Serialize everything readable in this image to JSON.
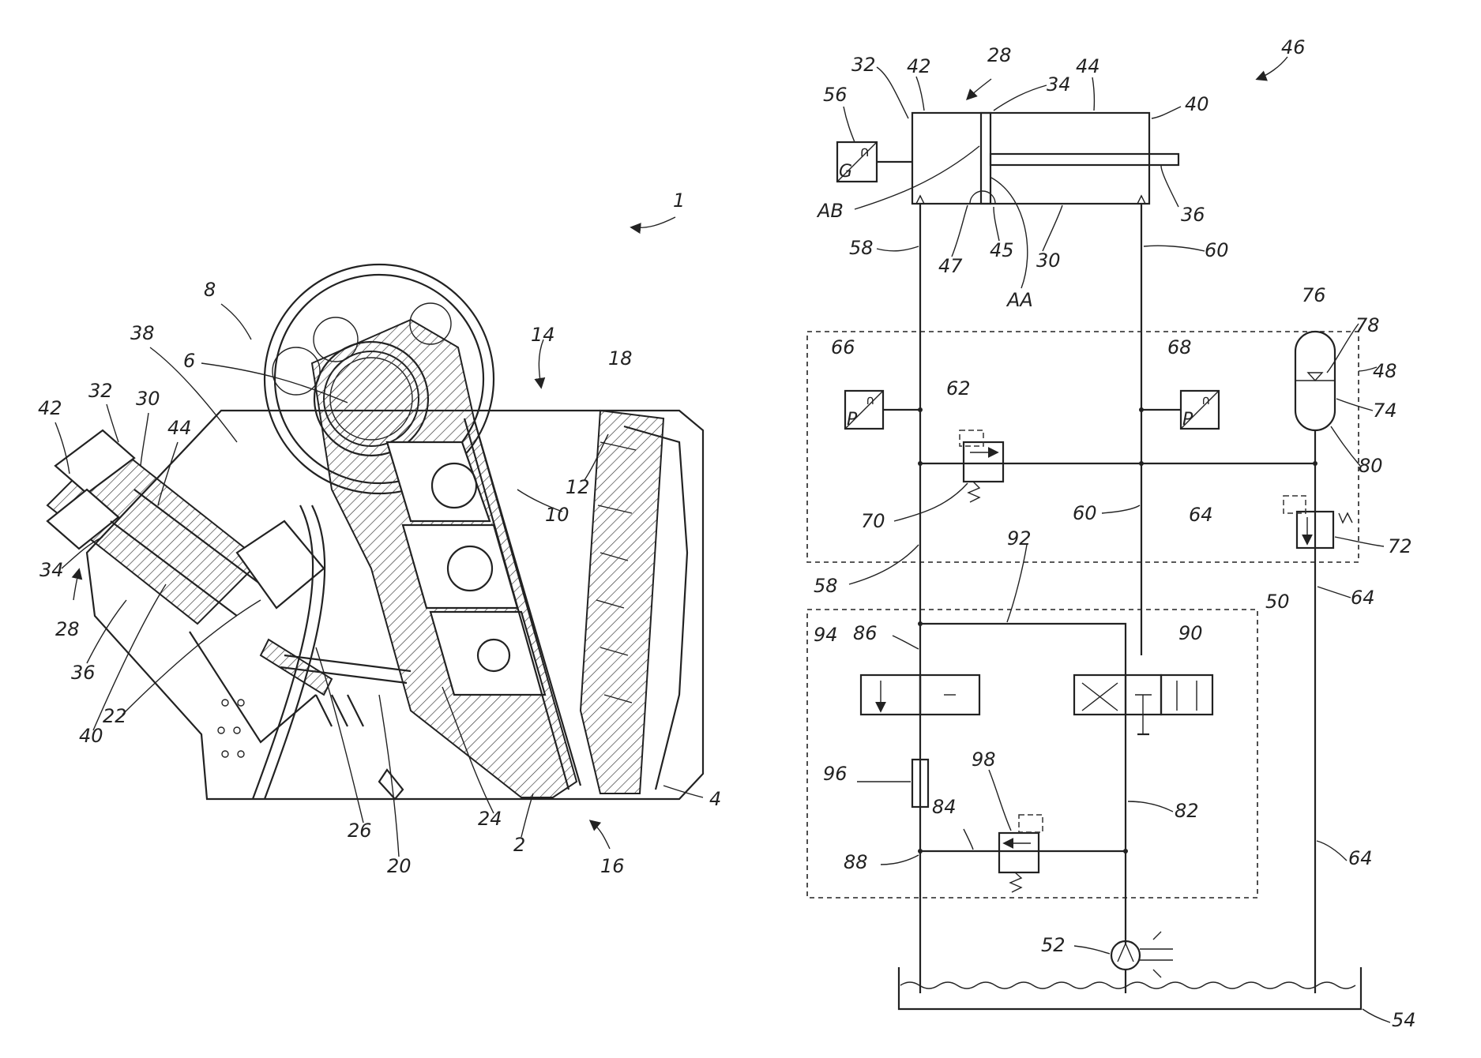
{
  "left_labels": [
    {
      "id": "1",
      "text": "1"
    },
    {
      "id": "8",
      "text": "8"
    },
    {
      "id": "14",
      "text": "14"
    },
    {
      "id": "18",
      "text": "18"
    },
    {
      "id": "6",
      "text": "6"
    },
    {
      "id": "38",
      "text": "38"
    },
    {
      "id": "42",
      "text": "42"
    },
    {
      "id": "32",
      "text": "32"
    },
    {
      "id": "30",
      "text": "30"
    },
    {
      "id": "44",
      "text": "44"
    },
    {
      "id": "12",
      "text": "12"
    },
    {
      "id": "10",
      "text": "10"
    },
    {
      "id": "34",
      "text": "34"
    },
    {
      "id": "28",
      "text": "28"
    },
    {
      "id": "36",
      "text": "36"
    },
    {
      "id": "40",
      "text": "40"
    },
    {
      "id": "22",
      "text": "22"
    },
    {
      "id": "26",
      "text": "26"
    },
    {
      "id": "20",
      "text": "20"
    },
    {
      "id": "24",
      "text": "24"
    },
    {
      "id": "2",
      "text": "2"
    },
    {
      "id": "16",
      "text": "16"
    },
    {
      "id": "4",
      "text": "4"
    }
  ],
  "right_labels": [
    {
      "id": "46",
      "text": "46"
    },
    {
      "id": "32",
      "text": "32"
    },
    {
      "id": "42",
      "text": "42"
    },
    {
      "id": "28",
      "text": "28"
    },
    {
      "id": "34",
      "text": "34"
    },
    {
      "id": "44",
      "text": "44"
    },
    {
      "id": "40",
      "text": "40"
    },
    {
      "id": "56",
      "text": "56"
    },
    {
      "id": "AB",
      "text": "AB"
    },
    {
      "id": "36",
      "text": "36"
    },
    {
      "id": "58a",
      "text": "58"
    },
    {
      "id": "47",
      "text": "47"
    },
    {
      "id": "45",
      "text": "45"
    },
    {
      "id": "30",
      "text": "30"
    },
    {
      "id": "60a",
      "text": "60"
    },
    {
      "id": "AA",
      "text": "AA"
    },
    {
      "id": "76",
      "text": "76"
    },
    {
      "id": "78",
      "text": "78"
    },
    {
      "id": "48",
      "text": "48"
    },
    {
      "id": "66",
      "text": "66"
    },
    {
      "id": "68",
      "text": "68"
    },
    {
      "id": "62",
      "text": "62"
    },
    {
      "id": "74",
      "text": "74"
    },
    {
      "id": "80",
      "text": "80"
    },
    {
      "id": "70",
      "text": "70"
    },
    {
      "id": "60b",
      "text": "60"
    },
    {
      "id": "64a",
      "text": "64"
    },
    {
      "id": "92",
      "text": "92"
    },
    {
      "id": "72",
      "text": "72"
    },
    {
      "id": "58b",
      "text": "58"
    },
    {
      "id": "64b",
      "text": "64"
    },
    {
      "id": "50",
      "text": "50"
    },
    {
      "id": "94",
      "text": "94"
    },
    {
      "id": "86",
      "text": "86"
    },
    {
      "id": "90",
      "text": "90"
    },
    {
      "id": "96",
      "text": "96"
    },
    {
      "id": "98",
      "text": "98"
    },
    {
      "id": "82",
      "text": "82"
    },
    {
      "id": "84",
      "text": "84"
    },
    {
      "id": "88",
      "text": "88"
    },
    {
      "id": "64c",
      "text": "64"
    },
    {
      "id": "52",
      "text": "52"
    },
    {
      "id": "54",
      "text": "54"
    }
  ],
  "symbols": {
    "generator_letter": "G",
    "pressure_letter_left": "P",
    "pressure_letter_right": "P",
    "sensor_mark": "∩"
  }
}
